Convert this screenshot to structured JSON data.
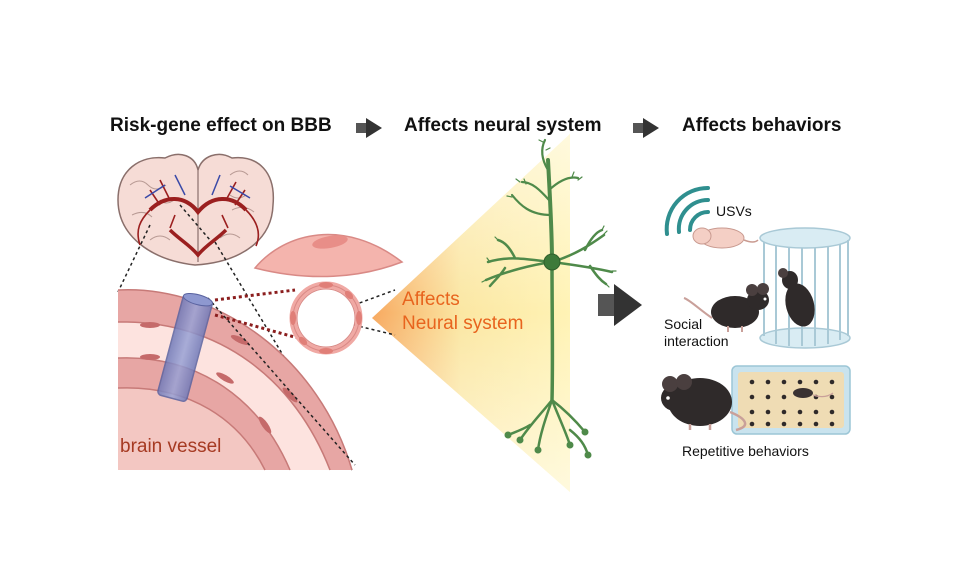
{
  "headers": {
    "step1": "Risk-gene effect on BBB",
    "step2": "Affects neural system",
    "step3": "Affects behaviors"
  },
  "labels": {
    "vessel": "brain vessel",
    "affects_line1": "Affects",
    "affects_line2": "Neural system",
    "usvs": "USVs",
    "social_line1": "Social",
    "social_line2": "interaction",
    "repetitive": "Repetitive behaviors"
  },
  "colors": {
    "vessel_label": "#a63a22",
    "affects_label": "#e8641e",
    "neuron": "#4f8a4a",
    "brain_vessels": "#9b1f1f",
    "sound_waves": "#2f8f8f",
    "arrow": "#3a3a3a"
  },
  "icons": [
    "brain-icon",
    "vessel-icon",
    "endothelial-cell-icon",
    "neuron-icon",
    "sound-wave-icon",
    "mouse-pup-icon",
    "mouse-icon",
    "cage-icon",
    "marble-box-icon"
  ]
}
